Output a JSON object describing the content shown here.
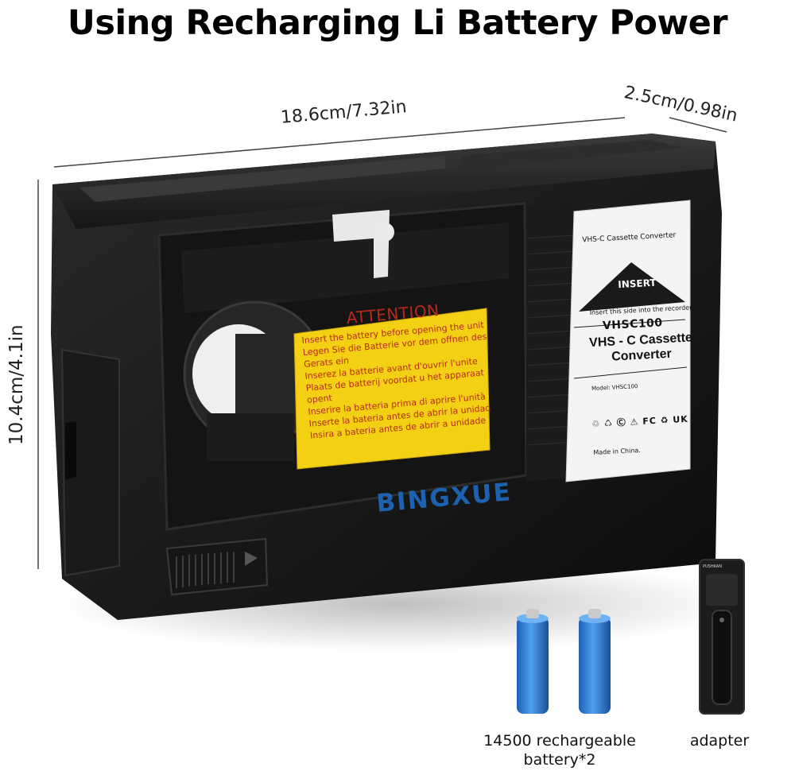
{
  "headline": "Using Recharging Li Battery Power",
  "dimensions": {
    "width": "18.6cm/7.32in",
    "depth": "2.5cm/0.98in",
    "height": "10.4cm/4.1in"
  },
  "attention_sticker": {
    "title": "ATTENTION",
    "lines": [
      "Insert the battery before opening the unit",
      "Legen Sie die Batterie vor dem offnen des",
      "Gerats ein",
      "Inserez la batterie avant d'ouvrir l'unite",
      "Plaats de batterij voordat u het apparaat",
      "opent",
      "Inserire la batteria prima di aprire l'unità",
      "Inserte la bateria antes de abrir la unidad",
      "Insira a bateria antes de abrir a unidade"
    ],
    "color": "#f7d417"
  },
  "label": {
    "top_text": "VHS-C Cassette Converter",
    "insert": "INSERT",
    "insert_note": "Insert this side into the recorder",
    "model_big": "VHSC100",
    "product_name": "VHS - C Cassette Converter",
    "model_small": "Model: VHSC100",
    "cert_marks": "♲ ♺ Ⓒ ⚠ FC ♻ UK CA",
    "made_in": "Made in China."
  },
  "brand": "BINGXUE",
  "brand_color": "#1d62b0",
  "accessories": {
    "battery_caption": "14500 rechargeable battery*2",
    "adapter_caption": "adapter",
    "adapter_brand": "PUSHKAN",
    "battery_color": "#2f7fd8"
  },
  "icons": [
    "battery-icon",
    "charger-icon"
  ]
}
